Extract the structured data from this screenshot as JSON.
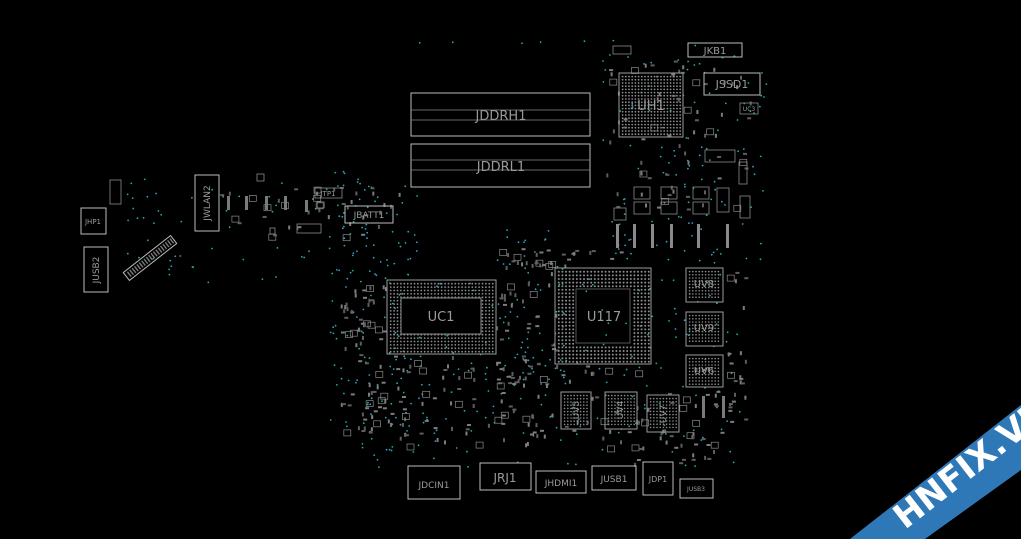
{
  "board": {
    "labels": {
      "jkb1": "JKB1",
      "jssd1": "JSSD1",
      "uh1": "UH1",
      "uc3": "UC3",
      "jddrh1": "JDDRH1",
      "jddrl1": "JDDRL1",
      "jwlan2": "JWLAN2",
      "jtp1": "JTP1",
      "jbatt1": "JBATT1",
      "jhp1": "JHP1",
      "jusb2": "JUSB2",
      "uc1": "UC1",
      "u117": "U117",
      "uv8": "UV8",
      "uv9": "UV9",
      "uv6": "UV6",
      "uv5": "UV5",
      "uv4": "UV4",
      "uv7": "UV7",
      "jdcin1": "JDCIN1",
      "jrj1": "JRJ1",
      "jhdmi1": "JHDMI1",
      "jusb1": "JUSB1",
      "jdp1": "JDP1",
      "jusb3": "JUSB3"
    }
  },
  "watermark": {
    "text": "HNFIX.VN",
    "color": "#2f78b7"
  }
}
